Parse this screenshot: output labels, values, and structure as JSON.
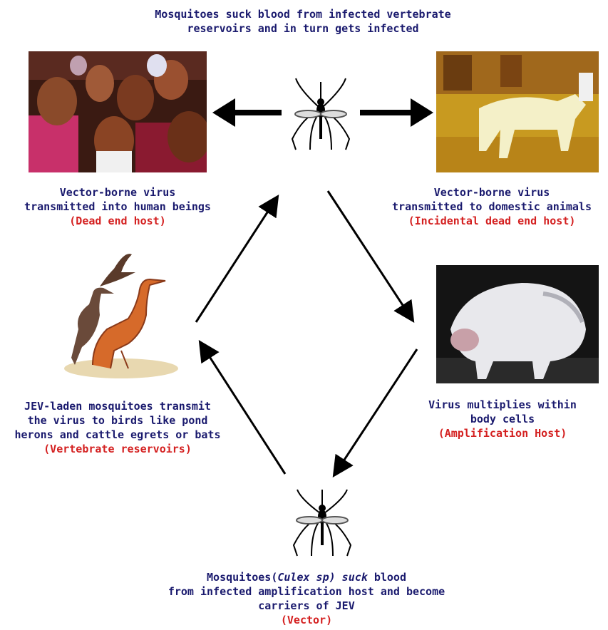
{
  "top_caption": {
    "line1": "Mosquitoes suck blood from infected vertebrate",
    "line2": "reservoirs and in turn gets infected"
  },
  "human": {
    "line1": "Vector-borne virus",
    "line2": "transmitted into human beings",
    "host": "(Dead end host)"
  },
  "domestic": {
    "line1": "Vector-borne virus",
    "line2": "transmitted to domestic animals",
    "host": "(Incidental dead end host)"
  },
  "reservoir": {
    "line1": "JEV-laden mosquitoes transmit",
    "line2": "the virus to birds like pond",
    "line3": "herons and cattle egrets or bats",
    "host": "(Vertebrate reservoirs)"
  },
  "amplification": {
    "line1": "Virus multiplies within",
    "line2": "body cells",
    "host": "(Amplification Host)"
  },
  "vector": {
    "line1_a": "Mosquitoes(",
    "line1_b": "Culex sp) suck",
    "line1_c": " blood",
    "line2": "from infected amplification host and become",
    "line3": "carriers of JEV",
    "host": "(Vector)"
  },
  "colors": {
    "text": "#1a1a6e",
    "host_label": "#d42020",
    "arrow": "#000000"
  }
}
